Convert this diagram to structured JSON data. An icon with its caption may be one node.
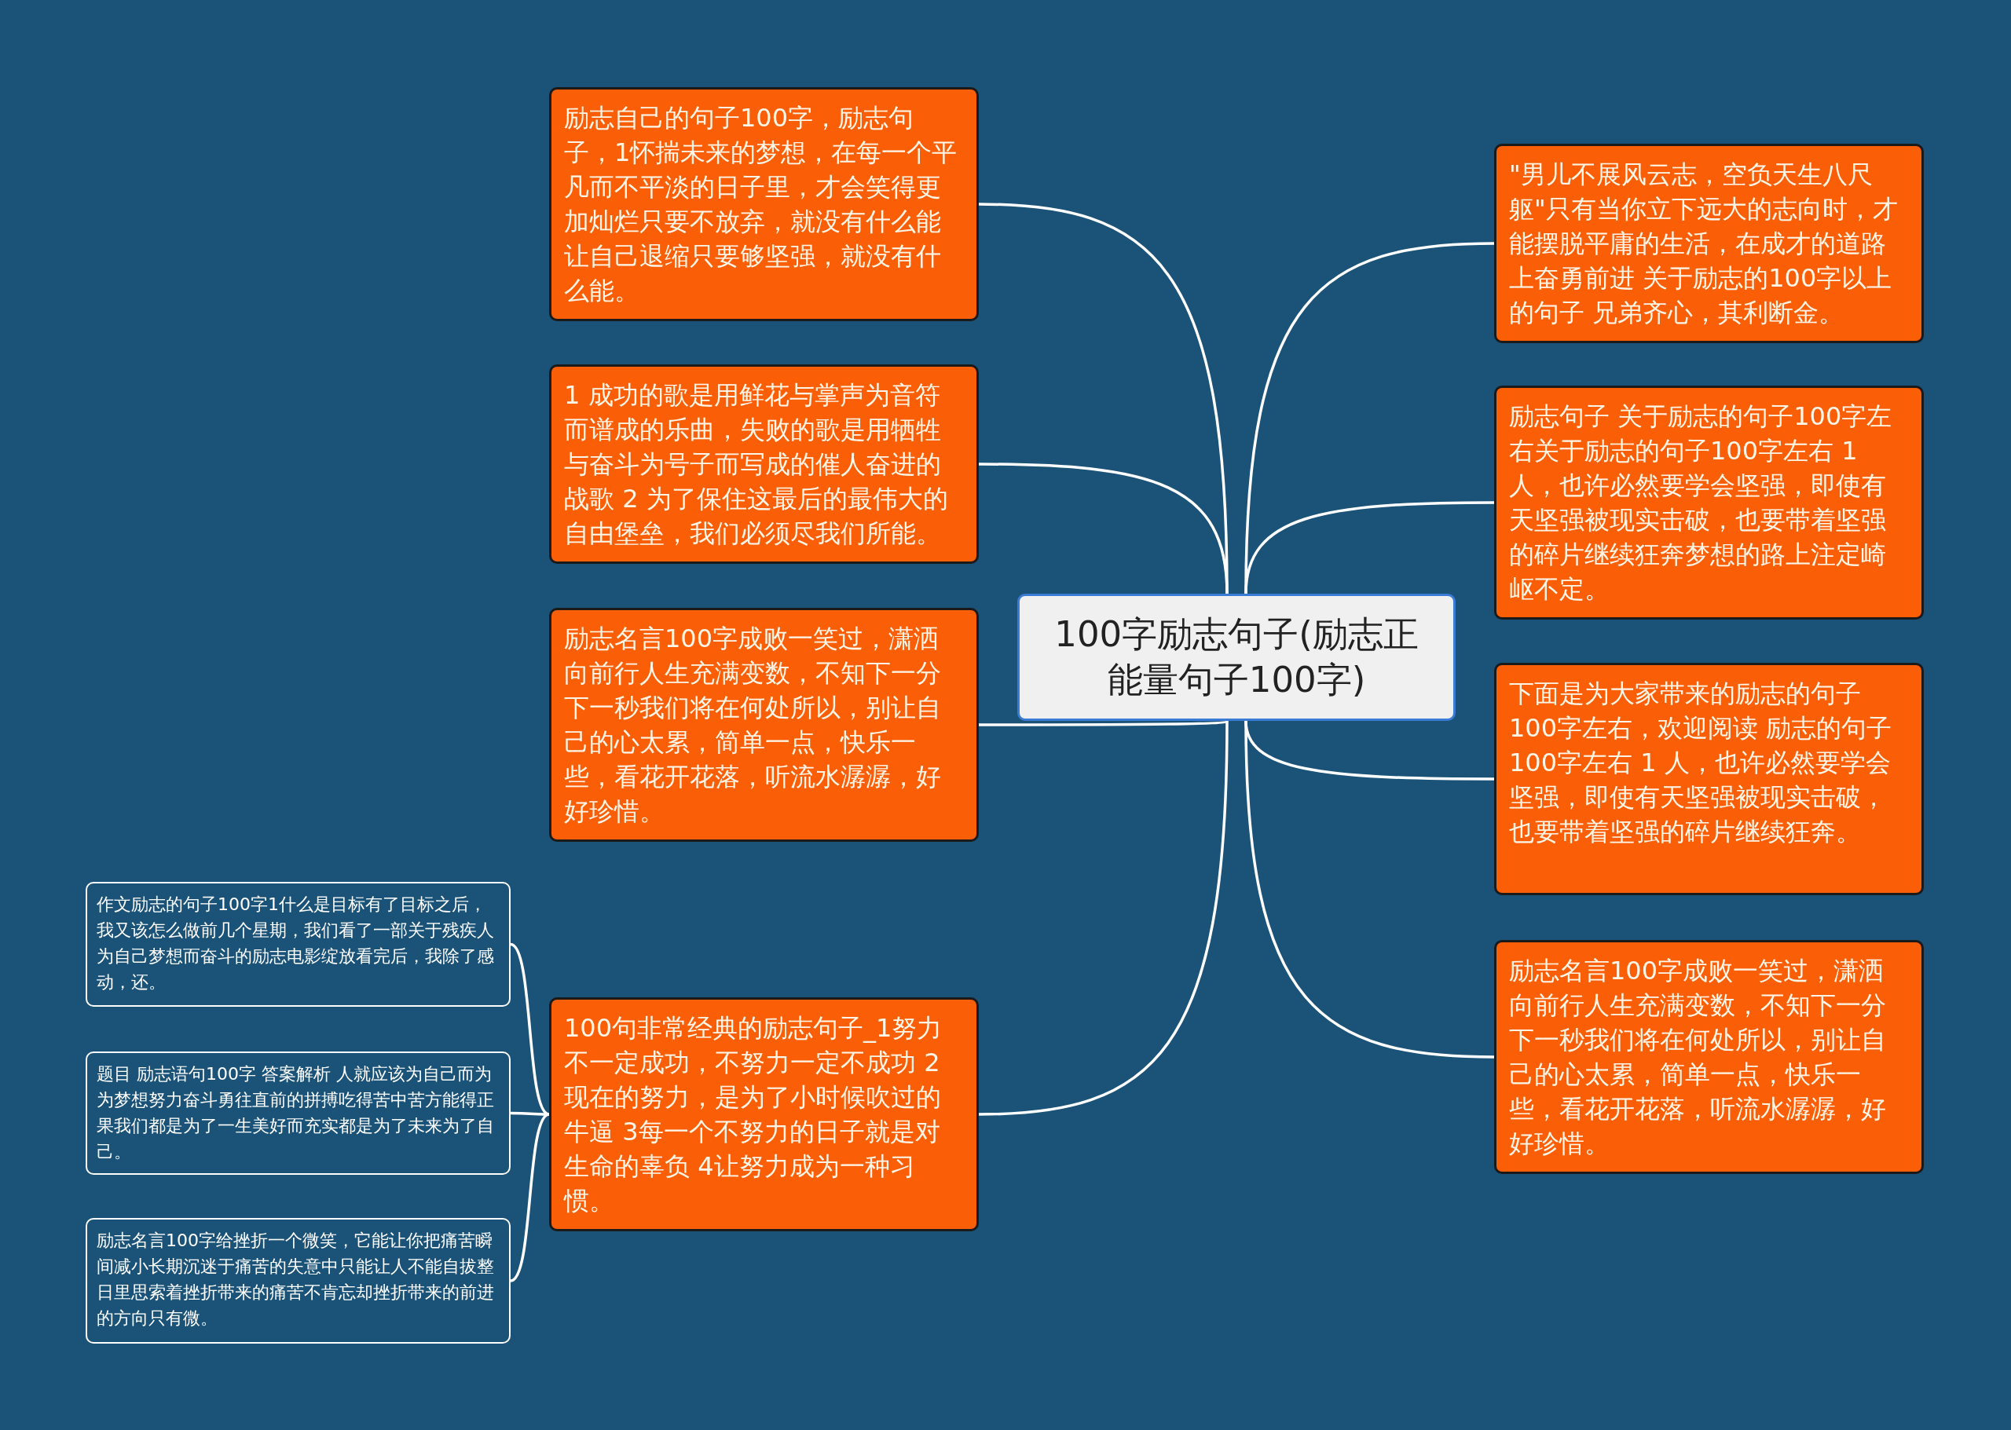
{
  "diagram": {
    "nodes": [
      {
        "text": [
          "100字励志句子(励志正能量句子100字)"
        ]
      },
      {
        "text": [
          "励志自己的句子100字，励志句子，1怀揣未来的梦想，在每一个平凡而不平淡的日子里，才会笑得更加灿烂只要不放弃，就没有什么能让自己退缩只要够坚强，就没有什么能。"
        ]
      },
      {
        "text": [
          "1 成功的歌是用鲜花与掌声为音符而谱成的乐曲，失败的歌是用牺牲与奋斗为号子而写成的催人奋进的战歌 2 为了保住这最后的最伟大的自由堡垒，我们必须尽我们所能。"
        ]
      },
      {
        "text": [
          "励志名言100字成败一笑过，潇洒向前行人生充满变数，不知下一分下一秒我们将在何处所以，别让自己的心太累，简单一点，快乐一些，看花开花落，听流水潺潺，好好珍惜。"
        ]
      },
      {
        "text": [
          "100句非常经典的励志句子_1努力不一定成功，不努力一定不成功 2现在的努力，是为了小时候吹过的牛逼 3每一个不努力的日子就是对生命的辜负 4让努力成为一种习惯。"
        ]
      },
      {
        "text": [
          "\"男儿不展风云志，空负天生八尺躯\"只有当你立下远大的志向时，才能摆脱平庸的生活，在成才的道路上奋勇前进 关于励志的100字以上的句子 兄弟齐心，其利断金。"
        ]
      },
      {
        "text": [
          "励志句子 关于励志的句子100字左右关于励志的句子100字左右 1 人，也许必然要学会坚强，即使有天坚强被现实击破，也要带着坚强的碎片继续狂奔梦想的路上注定崎岖不定。"
        ]
      },
      {
        "text": [
          "下面是为大家带来的励志的句子100字左右，欢迎阅读 励志的句子100字左右 1 人，也许必然要学会坚强，即使有天坚强被现实击破，也要带着坚强的碎片继续狂奔。"
        ]
      },
      {
        "text": [
          "励志名言100字成败一笑过，潇洒向前行人生充满变数，不知下一分下一秒我们将在何处所以，别让自己的心太累，简单一点，快乐一些，看花开花落，听流水潺潺，好好珍惜。"
        ]
      },
      {
        "text": [
          "作文励志的句子100字1什么是目标有了目标之后，我又该怎么做前几个星期，我们看了一部关于残疾人为自己梦想而奋斗的励志电影绽放看完后，我除了感动，还。"
        ]
      },
      {
        "text": [
          "题目 励志语句100字 答案解析 人就应该为自己而为为梦想努力奋斗勇往直前的拼搏吃得苦中苦方能得正果我们都是为了一生美好而充实都是为了未来为了自己。"
        ]
      },
      {
        "text": [
          "励志名言100字给挫折一个微笑，它能让你把痛苦瞬间减小长期沉迷于痛苦的失意中只能让人不能自拔整日里思索着挫折带来的痛苦不肯忘却挫折带来的前进的方向只有微。"
        ]
      }
    ],
    "edges": [
      {
        "from": 0,
        "to": 1,
        "arrow": "none"
      },
      {
        "from": 0,
        "to": 2,
        "arrow": "none"
      },
      {
        "from": 0,
        "to": 3,
        "arrow": "none"
      },
      {
        "from": 0,
        "to": 4,
        "arrow": "none"
      },
      {
        "from": 0,
        "to": 5,
        "arrow": "none"
      },
      {
        "from": 0,
        "to": 6,
        "arrow": "none"
      },
      {
        "from": 0,
        "to": 7,
        "arrow": "none"
      },
      {
        "from": 0,
        "to": 8,
        "arrow": "none"
      },
      {
        "from": 4,
        "to": 9,
        "arrow": "none"
      },
      {
        "from": 4,
        "to": 10,
        "arrow": "none"
      },
      {
        "from": 4,
        "to": 11,
        "arrow": "none"
      }
    ]
  }
}
